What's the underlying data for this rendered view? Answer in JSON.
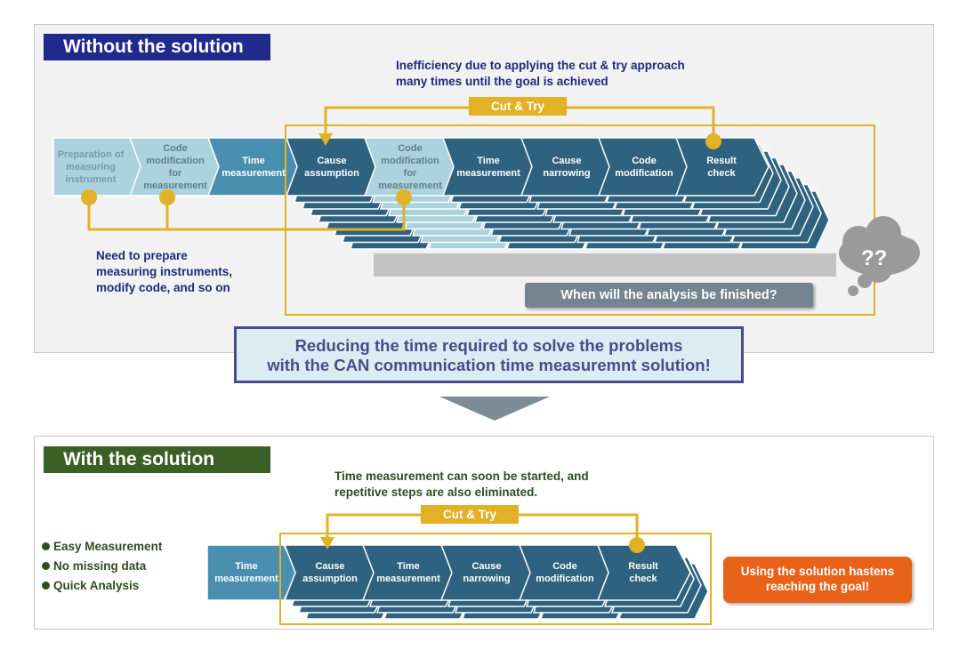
{
  "top": {
    "header": "Without the solution",
    "inefficiency": [
      "Inefficiency due to applying the cut & try approach",
      "many times until the goal is achieved"
    ],
    "cut_try": "Cut & Try",
    "need": [
      "Need to prepare",
      "measuring instruments,",
      "modify code, and so on"
    ],
    "finish": "When will the analysis be finished?",
    "question": "??",
    "steps": [
      [
        "Preparation of",
        "measuring",
        "instrument"
      ],
      [
        "Code",
        "modification",
        "for",
        "measurement"
      ],
      [
        "Time",
        "measurement"
      ],
      [
        "Cause",
        "assumption"
      ],
      [
        "Code",
        "modification",
        "for",
        "measurement"
      ],
      [
        "Time",
        "measurement"
      ],
      [
        "Cause",
        "narrowing"
      ],
      [
        "Code",
        "modification"
      ],
      [
        "Result",
        "check"
      ]
    ]
  },
  "middle": {
    "reduce": [
      "Reducing the time required to solve the problems",
      "with the CAN communication time measuremnt solution!"
    ]
  },
  "bottom": {
    "header": "With the solution",
    "time_meas": [
      "Time measurement can soon be started, and",
      "repetitive steps are also eliminated."
    ],
    "cut_try": "Cut & Try",
    "bullets": [
      "Easy Measurement",
      "No missing data",
      "Quick Analysis"
    ],
    "using": [
      "Using the solution hastens",
      "reaching the goal!"
    ],
    "steps": [
      [
        "Time",
        "measurement"
      ],
      [
        "Cause",
        "assumption"
      ],
      [
        "Time",
        "measurement"
      ],
      [
        "Cause",
        "narrowing"
      ],
      [
        "Code",
        "modification"
      ],
      [
        "Result",
        "check"
      ]
    ]
  },
  "colors": {
    "dark_blue": "#2f627f",
    "light_teal": "#aad3de",
    "mid_blue": "#4a8fb0",
    "gold": "#e3b126",
    "navy_header": "#1f2a8c",
    "green_header": "#3c5f28",
    "orange": "#e8621a"
  }
}
